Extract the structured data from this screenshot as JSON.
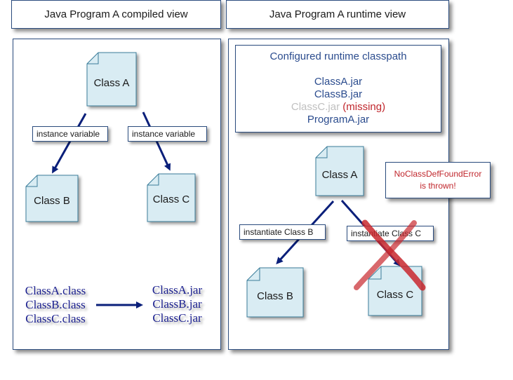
{
  "left_panel": {
    "title": "Java Program A compiled view",
    "classes": {
      "a": "Class A",
      "b": "Class B",
      "c": "Class C"
    },
    "edge_labels": {
      "ab": "instance variable",
      "ac": "instance variable"
    },
    "class_files": [
      "ClassA.class",
      "ClassB.class",
      "ClassC.class"
    ],
    "jar_files": [
      "ClassA.jar",
      "ClassB.jar",
      "ClassC.jar"
    ]
  },
  "right_panel": {
    "title": "Java Program A runtime view",
    "classpath": {
      "heading": "Configured runtime classpath",
      "entries": [
        "ClassA.jar",
        "ClassB.jar"
      ],
      "missing_entry": "ClassC.jar",
      "missing_tag": "(missing)",
      "last_entry": "ProgramA.jar"
    },
    "classes": {
      "a": "Class A",
      "b": "Class B",
      "c": "Class C"
    },
    "edge_labels": {
      "ab": "instantiate Class B",
      "ac": "instantiate Class C"
    },
    "error": {
      "line1": "NoClassDefFoundError",
      "line2": "is thrown!"
    }
  },
  "colors": {
    "border": "#2b4c7e",
    "class_fill": "#d9ecf3",
    "arrow": "#0a1f7a",
    "error_red": "#c0262c",
    "cross_red": "#c8282e"
  }
}
